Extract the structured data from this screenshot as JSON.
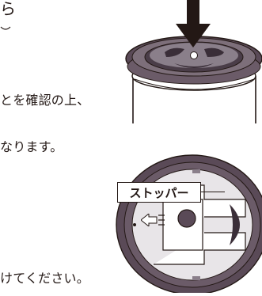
{
  "document": {
    "heading_fragment": "ら",
    "line_1_tail": "とを確認の上、",
    "line_2_tail": "なります。",
    "line_3_tail": "けてください。"
  },
  "callout": {
    "stopper_label": "ストッパー"
  },
  "illustrations": {
    "top": {
      "icon": "down-arrow-icon",
      "subject": "cup-lid-side-view"
    },
    "bottom": {
      "icon": "release-arrow-icon",
      "subject": "lid-underside-view"
    }
  },
  "colors": {
    "ink": "#231815",
    "rim": "#5a4a57",
    "rim_dark": "#3a2e38",
    "light_gray": "#e8e5e8",
    "mid_gray": "#8a7f8a"
  }
}
